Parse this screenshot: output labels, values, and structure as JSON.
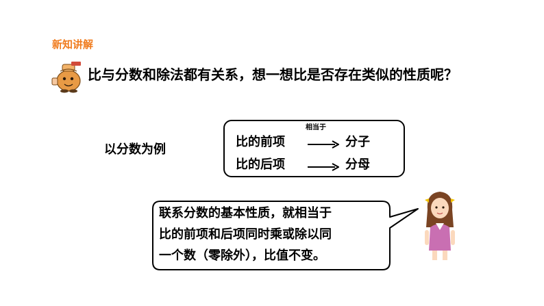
{
  "header": {
    "title": "新知讲解"
  },
  "question": {
    "text": "比与分数和除法都有关系，想一想比是否存在类似的性质呢？"
  },
  "example": {
    "label": "以分数为例"
  },
  "mapping": {
    "arrow_label": "相当于",
    "rows": [
      {
        "term": "比的前项",
        "target": "分子"
      },
      {
        "term": "比的后项",
        "target": "分母"
      }
    ]
  },
  "bubble": {
    "lines": [
      "联系分数的基本性质，就相当于",
      "比的前项和后项同时乘或除以同",
      "一个数（零除外），比值不变。"
    ]
  },
  "colors": {
    "accent": "#f07b1d"
  },
  "icons": {
    "mascot": "pot-mascot-icon",
    "girl": "girl-character-icon"
  }
}
